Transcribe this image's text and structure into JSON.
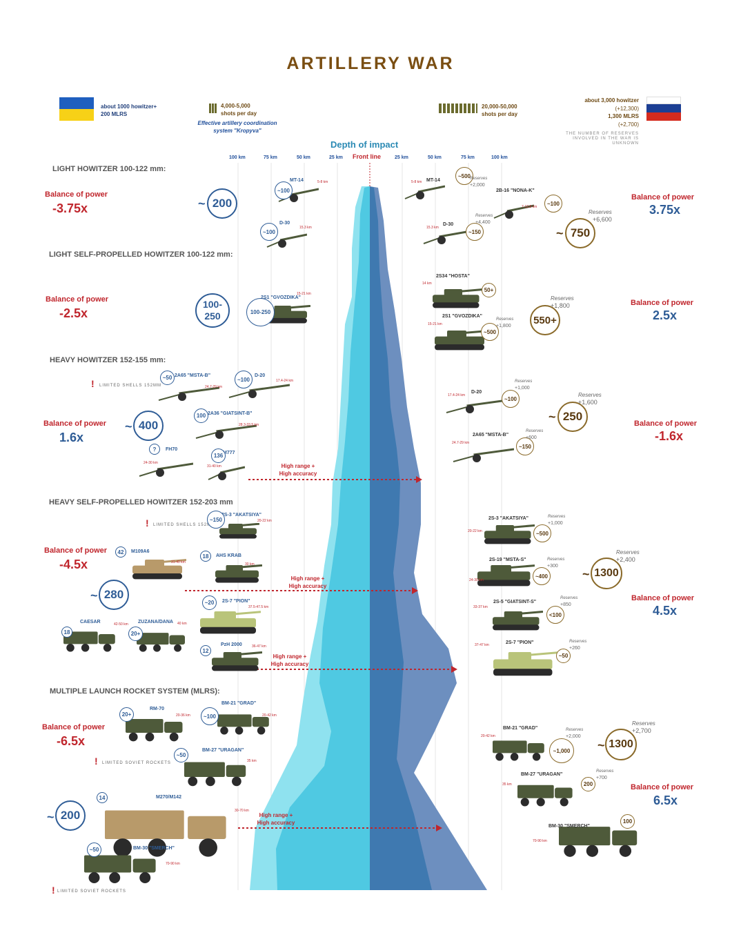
{
  "title": "ARTILLERY WAR",
  "colors": {
    "ua_blue": "#2e5c96",
    "ua_flag_top": "#1f5fbf",
    "ua_flag_bottom": "#f7d117",
    "ru_white": "#ffffff",
    "ru_blue": "#1c3f94",
    "ru_red": "#d52b1e",
    "accent_red": "#c0262d",
    "brown": "#7a4e12",
    "light_cyan": "#5fd0e8",
    "dark_blue": "#4a6fa0"
  },
  "ukraine": {
    "stock": "about 1000 howitzer+\n200 MLRS",
    "shots": "4,000-5,000\nshots per day",
    "coordination": "Effective artillery coordination\nsystem \"Kropyva\""
  },
  "russia": {
    "shots": "20,000-50,000\nshots per day",
    "howitzer": "about 3,000 howitzer",
    "howitzer_res": "(+12,300)",
    "mlrs": "1,300 MLRS",
    "mlrs_res": "(+2,700)",
    "reserves_note": "THE NUMBER OF RESERVES\nINVOLVED IN THE WAR IS\nUNKNOWN"
  },
  "axis": {
    "heading": "Depth of impact",
    "front": "Front line",
    "left_ticks": [
      "100 km",
      "75 km",
      "50 km",
      "25 km"
    ],
    "right_ticks": [
      "25 km",
      "50 km",
      "75 km",
      "100 km"
    ]
  },
  "sections": {
    "s1": "LIGHT HOWITZER 100-122 mm:",
    "s2": "LIGHT SELF-PROPELLED HOWITZER 100-122 mm:",
    "s3": "HEAVY HOWITZER 152-155 mm:",
    "s4": "HEAVY SELF-PROPELLED HOWITZER 152-203 mm",
    "s5": "MULTIPLE LAUNCH ROCKET SYSTEM (MLRS):"
  },
  "bop_label": "Balance of power",
  "balance": {
    "s1_ua": "-3.75x",
    "s1_ru": "3.75x",
    "s2_ua": "-2.5x",
    "s2_ru": "2.5x",
    "s3_ua": "1.6x",
    "s3_ru": "-1.6x",
    "s4_ua": "-4.5x",
    "s4_ru": "4.5x",
    "s5_ua": "-6.5x",
    "s5_ru": "6.5x"
  },
  "totals": {
    "s1_ua": "200",
    "s1_ua_prefix": "~",
    "s1_ru": "750",
    "s1_ru_prefix": "~",
    "s2_ua": "100-\n250",
    "s2_ru": "550+",
    "s3_ua": "400",
    "s3_ua_prefix": "~",
    "s3_ru": "250",
    "s3_ru_prefix": "~",
    "s4_ua": "280",
    "s4_ua_prefix": "~",
    "s4_ru": "1300",
    "s4_ru_prefix": "~",
    "s5_ua": "200",
    "s5_ua_prefix": "~",
    "s5_ru": "1300",
    "s5_ru_prefix": "~"
  },
  "reserves_label": "Reserves",
  "ru_reserve_totals": {
    "s1": "+6,600",
    "s2": "+1,800",
    "s3": "+1,600",
    "s4": "+2,400",
    "s5": "+2,700"
  },
  "limited": {
    "shells": "LIMITED SHELLS 152MM",
    "rockets": "LIMITED SOVIET ROCKETS"
  },
  "high_range": "High range +\nHigh accuracy",
  "ua_weapons": [
    {
      "id": "mt14",
      "name": "MT-14",
      "count": "~100",
      "range": "5-8 km"
    },
    {
      "id": "d30",
      "name": "D-30",
      "count": "~100",
      "range": "15.3 km"
    },
    {
      "id": "gvozdika",
      "name": "2S1 \"GVOZDIKA\"",
      "count": "100-250",
      "range": "15-21 km"
    },
    {
      "id": "msta_b",
      "name": "2A65 \"MSTA-B\"",
      "count": "~50",
      "range": "24.7-29 km"
    },
    {
      "id": "d20",
      "name": "D-20",
      "count": "~100",
      "range": "17.4-24 km"
    },
    {
      "id": "giatsint_b",
      "name": "2A36 \"GIATSINT-B\"",
      "count": "100",
      "range": "28.3-33.5 km"
    },
    {
      "id": "fh70",
      "name": "FH70",
      "count": "?",
      "range": "24-30 km"
    },
    {
      "id": "m777",
      "name": "M777",
      "count": "136",
      "range": "31-40 km"
    },
    {
      "id": "akatsiya",
      "name": "2S-3 \"AKATSIYA\"",
      "count": "~150",
      "range": "20-22 km"
    },
    {
      "id": "m109",
      "name": "M109A6",
      "count": "42",
      "range": "31-40 km"
    },
    {
      "id": "krab",
      "name": "AHS KRAB",
      "count": "18",
      "range": "30 km"
    },
    {
      "id": "pion",
      "name": "2S-7 \"PION\"",
      "count": "~20",
      "range": "37.5-47.5 km"
    },
    {
      "id": "caesar",
      "name": "CAESAR",
      "count": "18",
      "range": "42-50 km"
    },
    {
      "id": "zuzana",
      "name": "ZUZANA/DANA",
      "count": "20+",
      "range": "40 km"
    },
    {
      "id": "pzh",
      "name": "PzH 2000",
      "count": "12",
      "range": "36-47 km"
    },
    {
      "id": "rm70",
      "name": "RM-70",
      "count": "20+",
      "range": "20-36 km"
    },
    {
      "id": "grad",
      "name": "BM-21 \"GRAD\"",
      "count": "~100",
      "range": "20-42 km"
    },
    {
      "id": "uragan",
      "name": "BM-27 \"URAGAN\"",
      "count": "~50",
      "range": "35 km"
    },
    {
      "id": "m270",
      "name": "M270/M142",
      "count": "14",
      "range": "30-70 km"
    },
    {
      "id": "smerch",
      "name": "BM-30 \"SMERCH\"",
      "count": "~50",
      "range": "70-90 km"
    }
  ],
  "ru_weapons": [
    {
      "id": "mt14",
      "name": "MT-14",
      "count": "~500",
      "range": "5-8 km",
      "reserve": "+2,000"
    },
    {
      "id": "nona",
      "name": "2B-16 \"NONA-K\"",
      "count": "~100",
      "range": "7-12.8 km",
      "reserve": ""
    },
    {
      "id": "d30",
      "name": "D-30",
      "count": "~150",
      "range": "15.3 km",
      "reserve": "+4,400"
    },
    {
      "id": "hosta",
      "name": "2S34 \"HOSTA\"",
      "count": "50+",
      "range": "14 km",
      "reserve": ""
    },
    {
      "id": "gvozdika",
      "name": "2S1 \"GVOZDIKA\"",
      "count": "~500",
      "range": "15-21 km",
      "reserve": "+1,800"
    },
    {
      "id": "d20",
      "name": "D-20",
      "count": "~100",
      "range": "17.4-24 km",
      "reserve": "+1,000"
    },
    {
      "id": "msta_b",
      "name": "2A65 \"MSTA-B\"",
      "count": "~150",
      "range": "24.7-29 km",
      "reserve": "+600"
    },
    {
      "id": "akatsiya",
      "name": "2S-3 \"AKATSIYA\"",
      "count": "~500",
      "range": "20-22 km",
      "reserve": "+1,000"
    },
    {
      "id": "msta_s",
      "name": "2S-19 \"MSTA-S\"",
      "count": "~400",
      "range": "24-30 km",
      "reserve": "+300"
    },
    {
      "id": "giatsint_s",
      "name": "2S-5 \"GIATSINT-S\"",
      "count": "<100",
      "range": "33-37 km",
      "reserve": "+850"
    },
    {
      "id": "pion",
      "name": "2S-7 \"PION\"",
      "count": "~50",
      "range": "37-47 km",
      "reserve": "+260"
    },
    {
      "id": "grad",
      "name": "BM-21 \"GRAD\"",
      "count": "~1,000",
      "range": "20-42 km",
      "reserve": "+2,000"
    },
    {
      "id": "uragan",
      "name": "BM-27 \"URAGAN\"",
      "count": "200",
      "range": "35 km",
      "reserve": "+700"
    },
    {
      "id": "smerch",
      "name": "BM-30 \"SMERCH\"",
      "count": "100",
      "range": "70-90 km",
      "reserve": ""
    }
  ]
}
